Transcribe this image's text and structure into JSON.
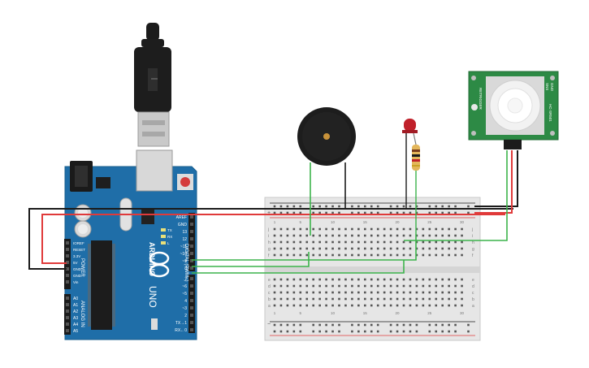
{
  "arduino": {
    "logo_text": "ARDUINO",
    "model_text": "UNO",
    "power_header_title": "POWER",
    "analog_header_title": "ANALOG IN",
    "digital_header_title": "DIGITAL (PWM~)",
    "left_header_pins": [
      "IOREF",
      "RESET",
      "3.3V",
      "5V",
      "GND",
      "GND",
      "Vin"
    ],
    "analog_pins": [
      "A0",
      "A1",
      "A2",
      "A3",
      "A4",
      "A5"
    ],
    "digital_pins": [
      "AREF",
      "GND",
      "13",
      "12",
      "~11",
      "~10",
      "~9",
      "8",
      "7",
      "~6",
      "~5",
      "4",
      "~3",
      "2",
      "TX→1",
      "RX←0"
    ],
    "led_labels": [
      "TX",
      "RX",
      "L"
    ],
    "usb_body_color": "#1d1d1d",
    "board_color": "#1f6ea8"
  },
  "pir_sensor": {
    "module_labels": [
      "RETRIGGER",
      "SNS",
      "GND",
      "HC-SR501"
    ],
    "board_color": "#2d8a45"
  },
  "breadboard": {
    "row_labels_top": [
      "j",
      "i",
      "h",
      "g",
      "f"
    ],
    "row_labels_bottom": [
      "e",
      "d",
      "c",
      "b",
      "a"
    ],
    "column_numbers": [
      "1",
      "5",
      "10",
      "15",
      "20",
      "25",
      "30"
    ],
    "rail_plus": "+",
    "rail_minus": "−"
  },
  "wires": {
    "power_red": "#e03a3a",
    "ground_black": "#1b1b1b",
    "signal_green": "#3cb44b"
  }
}
